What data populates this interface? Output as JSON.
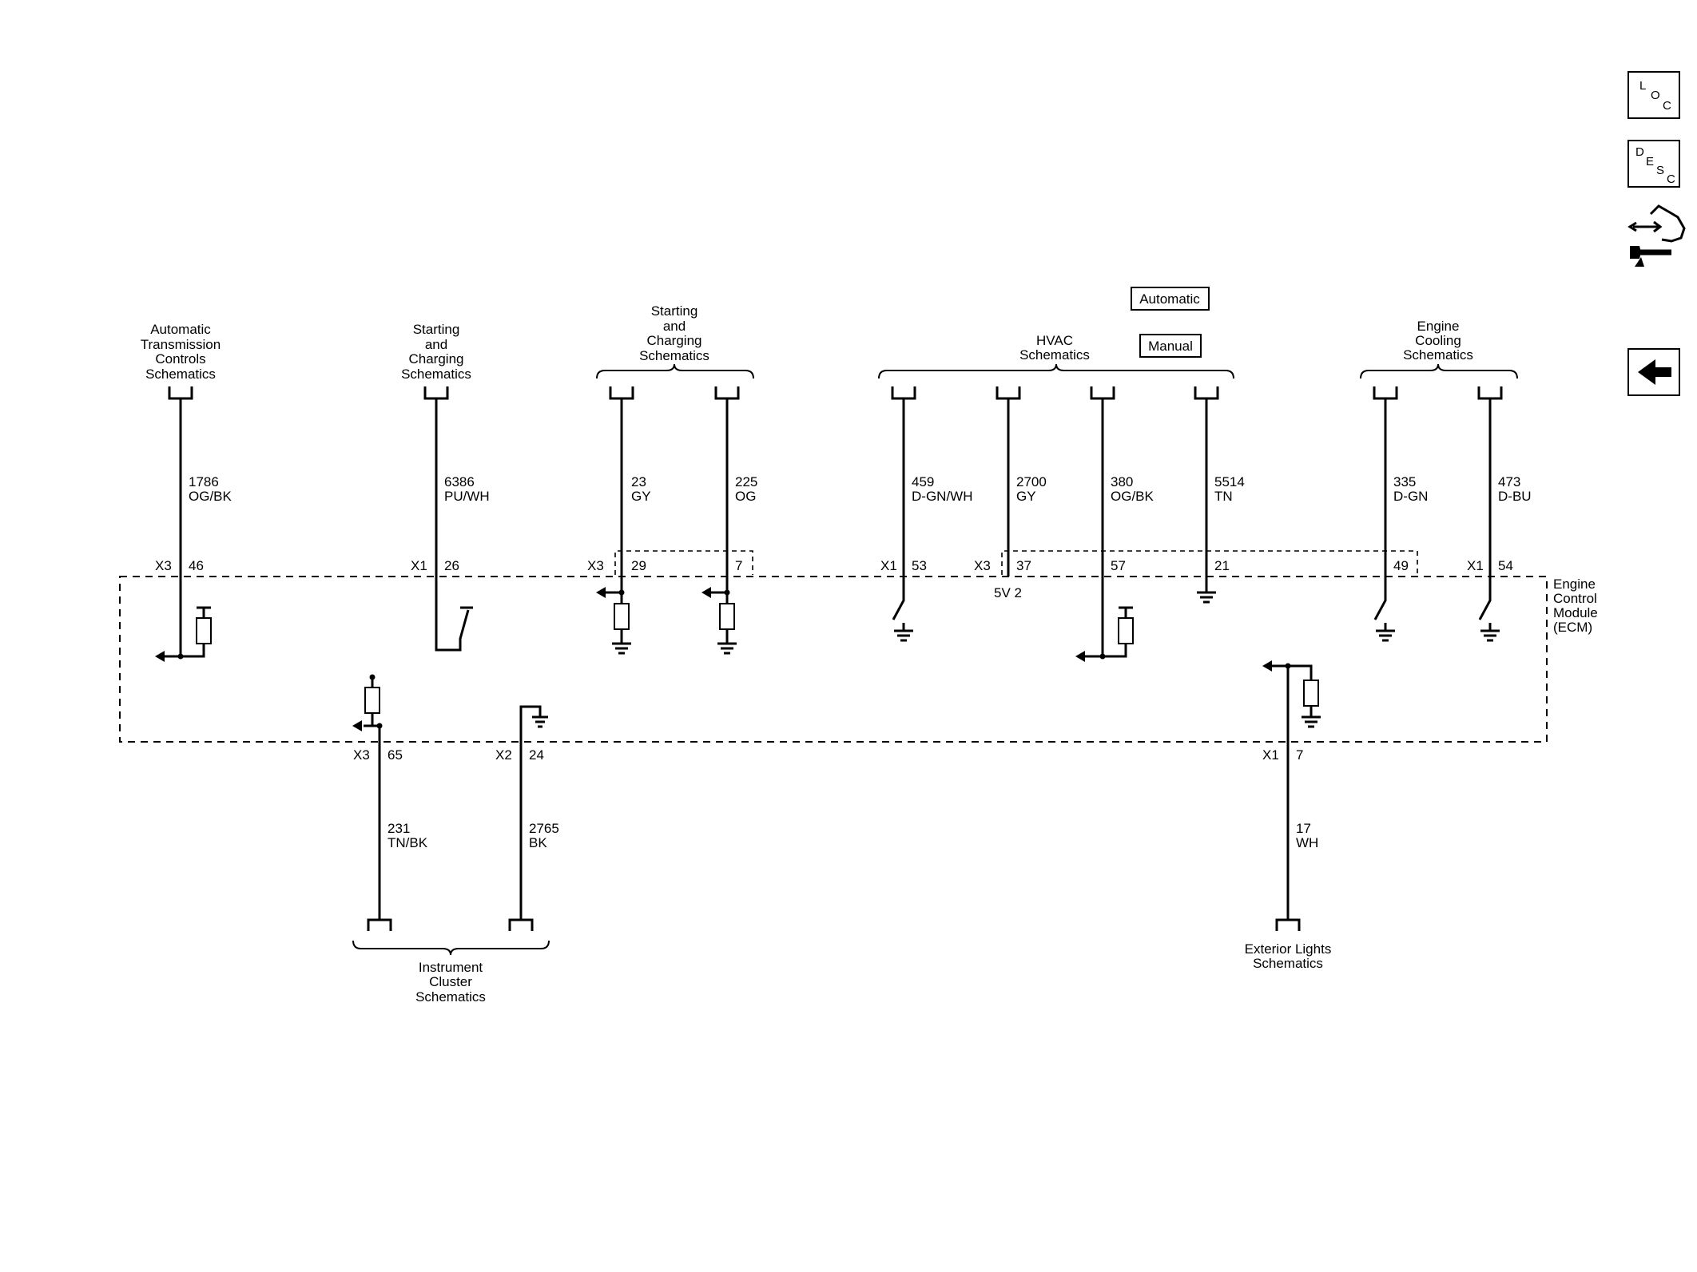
{
  "nav": {
    "loc_letters": [
      "L",
      "O",
      "C"
    ],
    "desc_letters": [
      "D",
      "E",
      "S",
      "C"
    ]
  },
  "module": {
    "label": [
      "Engine",
      "Control",
      "Module",
      "(ECM)"
    ]
  },
  "options": {
    "automatic": "Automatic",
    "manual": "Manual"
  },
  "references": {
    "atc": [
      "Automatic",
      "Transmission",
      "Controls",
      "Schematics"
    ],
    "sc1": [
      "Starting",
      "and",
      "Charging",
      "Schematics"
    ],
    "sc2": [
      "Starting",
      "and",
      "Charging",
      "Schematics"
    ],
    "hvac": [
      "HVAC",
      "Schematics"
    ],
    "ecs": [
      "Engine",
      "Cooling",
      "Schematics"
    ],
    "ic": [
      "Instrument",
      "Cluster",
      "Schematics"
    ],
    "el": [
      "Exterior Lights",
      "Schematics"
    ]
  },
  "circuits": [
    {
      "id": "c1786",
      "circuit": "1786",
      "color": "OG/BK",
      "connector": "X3",
      "pin": "46"
    },
    {
      "id": "c6386",
      "circuit": "6386",
      "color": "PU/WH",
      "connector": "X1",
      "pin": "26"
    },
    {
      "id": "c23",
      "circuit": "23",
      "color": "GY",
      "connector": "X3",
      "pin": "29"
    },
    {
      "id": "c225",
      "circuit": "225",
      "color": "OG",
      "connector": "",
      "pin": "7"
    },
    {
      "id": "c459",
      "circuit": "459",
      "color": "D-GN/WH",
      "connector": "X1",
      "pin": "53"
    },
    {
      "id": "c2700",
      "circuit": "2700",
      "color": "GY",
      "connector": "X3",
      "pin": "37"
    },
    {
      "id": "c380",
      "circuit": "380",
      "color": "OG/BK",
      "connector": "",
      "pin": "57"
    },
    {
      "id": "c5514",
      "circuit": "5514",
      "color": "TN",
      "connector": "",
      "pin": "21"
    },
    {
      "id": "c335",
      "circuit": "335",
      "color": "D-GN",
      "connector": "",
      "pin": "49"
    },
    {
      "id": "c473",
      "circuit": "473",
      "color": "D-BU",
      "connector": "X1",
      "pin": "54"
    },
    {
      "id": "c231",
      "circuit": "231",
      "color": "TN/BK",
      "connector": "X3",
      "pin": "65"
    },
    {
      "id": "c2765",
      "circuit": "2765",
      "color": "BK",
      "connector": "X2",
      "pin": "24"
    },
    {
      "id": "c17",
      "circuit": "17",
      "color": "WH",
      "connector": "X1",
      "pin": "7"
    }
  ],
  "internal": {
    "ref_5v": "5V 2"
  }
}
